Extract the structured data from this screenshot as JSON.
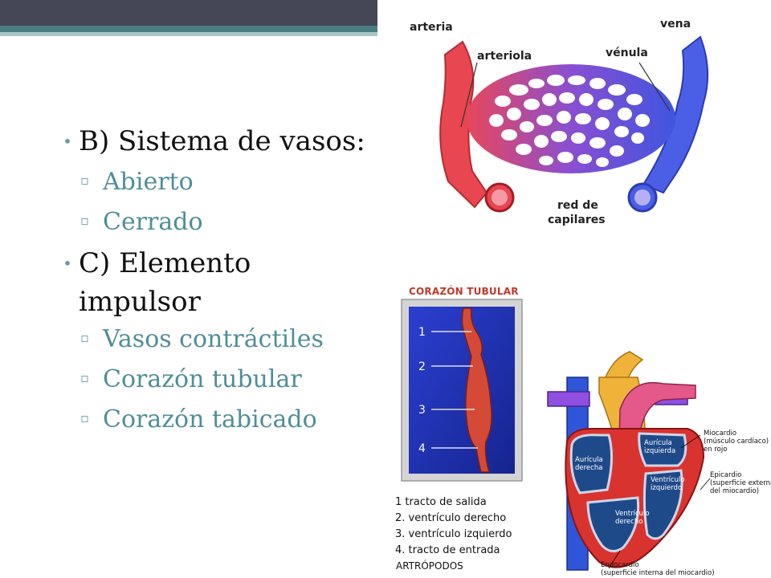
{
  "slide": {
    "items": [
      {
        "level": 1,
        "text": "B) Sistema de vasos:"
      },
      {
        "level": 2,
        "text": "Abierto"
      },
      {
        "level": 2,
        "text": "Cerrado"
      },
      {
        "level": 1,
        "text": "C) Elemento impulsor"
      },
      {
        "level": 2,
        "text": "Vasos contráctiles"
      },
      {
        "level": 2,
        "text": "Corazón tubular"
      },
      {
        "level": 2,
        "text": "Corazón tabicado"
      }
    ],
    "bullet1": "•",
    "bullet2": "▫"
  },
  "capillary_figure": {
    "artery": "arteria",
    "arteriole": "arteriola",
    "vein": "vena",
    "venule": "vénula",
    "network_line1": "red de",
    "network_line2": "capilares"
  },
  "tubular_heart": {
    "title": "CORAZÓN TUBULAR",
    "markers": [
      "1",
      "2",
      "3",
      "4"
    ],
    "legend": [
      "1 tracto de salida",
      "2. ventrículo derecho",
      "3. ventrículo izquierdo",
      "4. tracto de entrada"
    ],
    "caption": "ARTRÓPODOS"
  },
  "septated_heart": {
    "left_atrium": [
      "Aurícula",
      "izquierda"
    ],
    "right_atrium": [
      "Aurícula",
      "derecha"
    ],
    "left_ventricle": [
      "Ventrículo",
      "izquierdo"
    ],
    "right_ventricle": [
      "Ventrículo",
      "derecho"
    ],
    "myocardium": [
      "Miocardio",
      "(músculo cardíaco)",
      "en rojo"
    ],
    "epicardium": [
      "Epicardio",
      "(superficie externa",
      "del miocardio)"
    ],
    "endocardium": [
      "Endocardio",
      "(superficie interna del miocardio)"
    ]
  }
}
